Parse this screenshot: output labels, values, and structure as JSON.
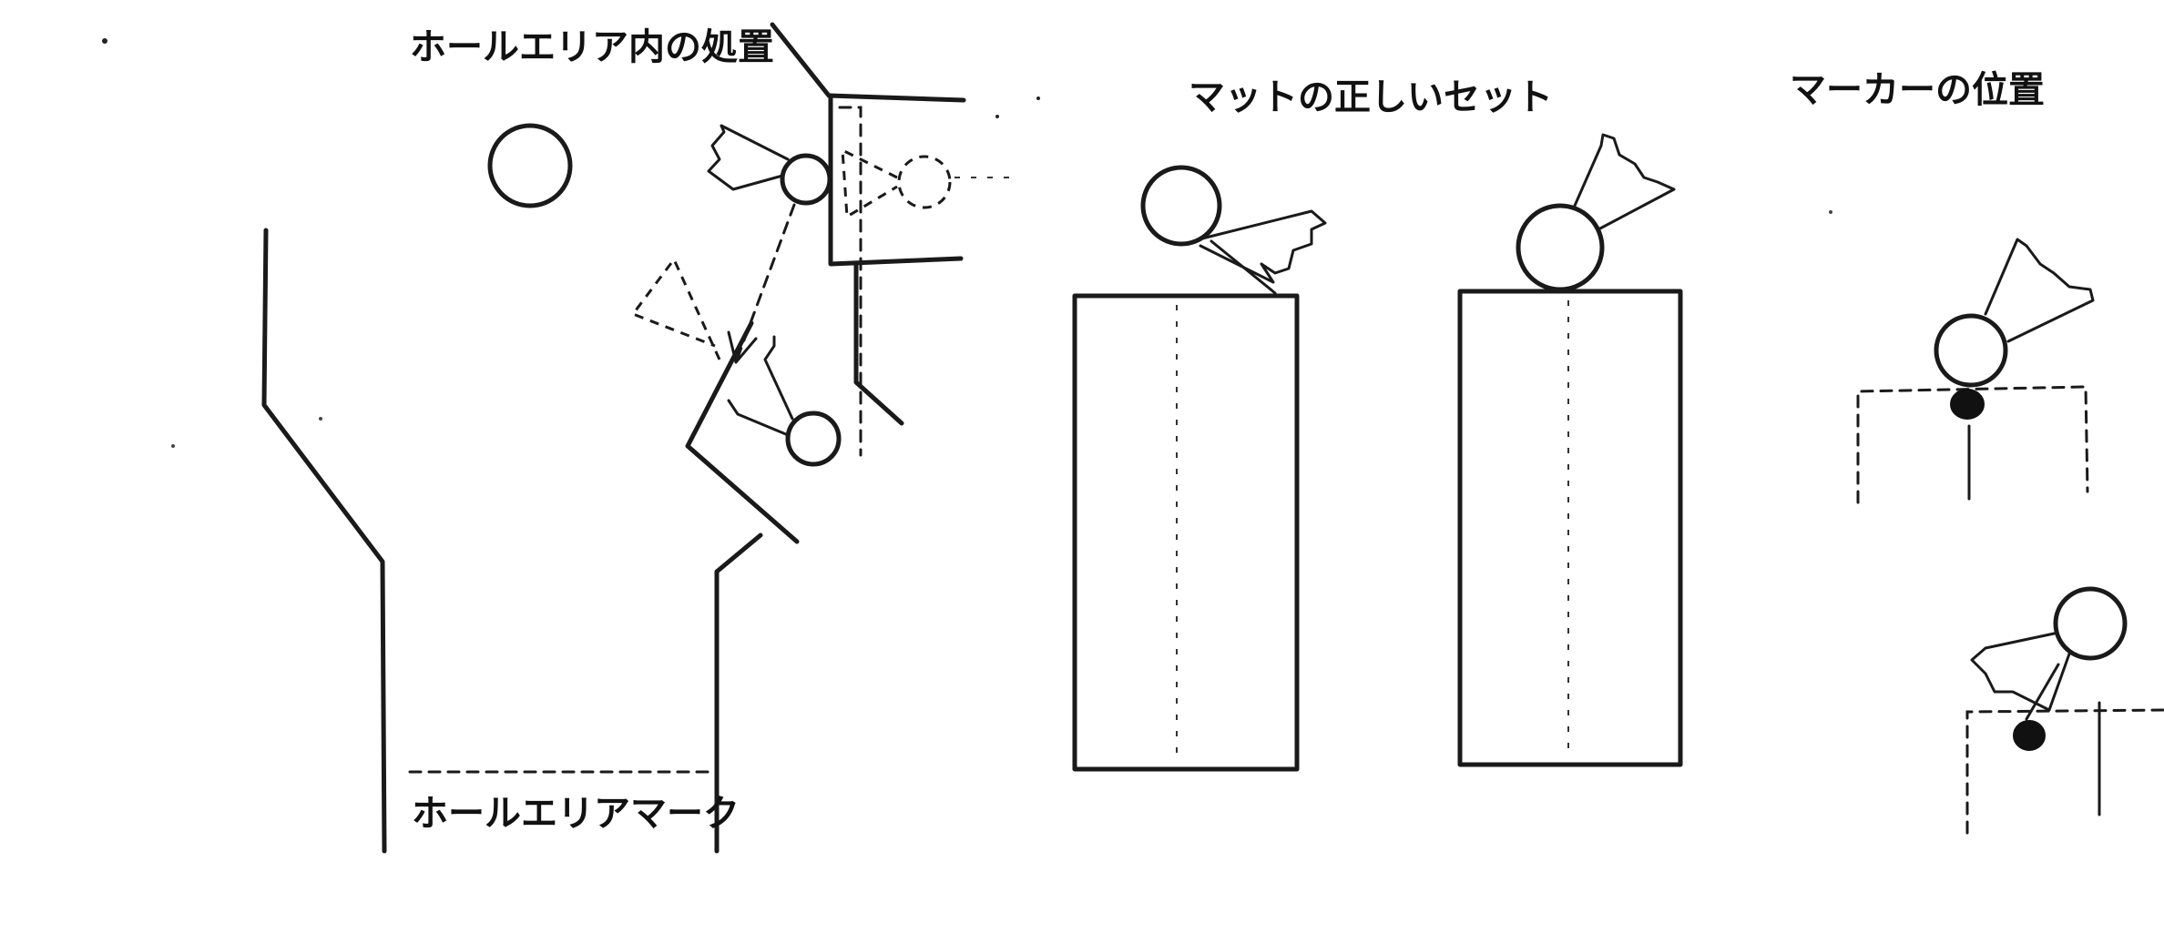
{
  "labels": {
    "hole_area_treatment": "ホールエリア内の処置",
    "hole_area_mark": "ホールエリアマーク",
    "correct_mat_set": "マットの正しいセット",
    "marker_position": "マーカーの位置"
  }
}
